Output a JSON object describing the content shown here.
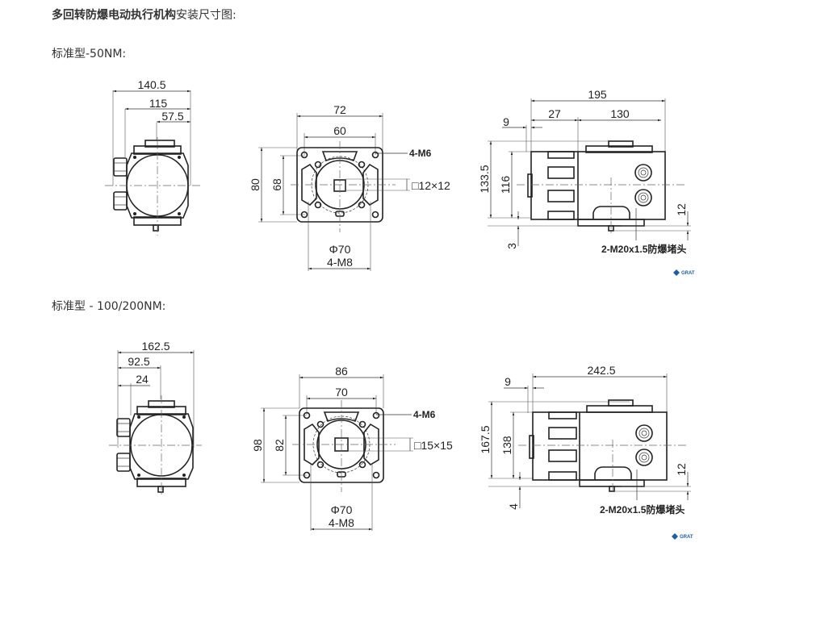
{
  "page": {
    "title_bold": "多回转防爆电动执行机构",
    "title_rest": "安装尺寸图:"
  },
  "sections": [
    {
      "label": "标准型-50NM:",
      "front_view": {
        "dims": [
          "140.5",
          "115",
          "57.5"
        ]
      },
      "flange_view": {
        "dims": [
          "72",
          "60",
          "80",
          "68"
        ],
        "bolt_note": "4-M6",
        "square_note": "□12×12",
        "pcd": "Φ70",
        "pcd_bolts": "4-M8"
      },
      "side_view": {
        "dims": [
          "195",
          "9",
          "27",
          "130",
          "133.5",
          "116",
          "12",
          "3"
        ],
        "plug_note": "2-M20x1.5防爆堵头"
      }
    },
    {
      "label": "标准型 - 100/200NM:",
      "front_view": {
        "dims": [
          "162.5",
          "92.5",
          "24"
        ]
      },
      "flange_view": {
        "dims": [
          "86",
          "70",
          "98",
          "82"
        ],
        "bolt_note": "4-M6",
        "square_note": "□15×15",
        "pcd": "Φ70",
        "pcd_bolts": "4-M8"
      },
      "side_view": {
        "dims": [
          "242.5",
          "9",
          "167.5",
          "138",
          "12",
          "4"
        ],
        "plug_note": "2-M20x1.5防爆堵头"
      }
    }
  ],
  "logo": {
    "text": "GRAT",
    "icon": "grat-logo-icon",
    "color": "#1a5fa8"
  }
}
